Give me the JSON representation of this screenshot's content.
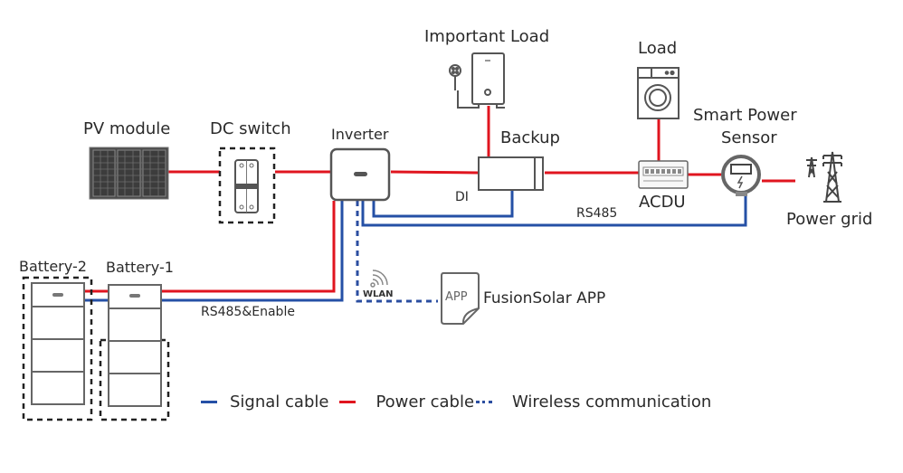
{
  "colors": {
    "power_cable": "#e0151f",
    "signal_cable": "#2550a6",
    "wireless": "#2b4ea0",
    "device_outline": "#555555",
    "text": "#2a2a2a"
  },
  "devices": {
    "pv_module": {
      "label": "PV module",
      "icon": "solar-panel-icon"
    },
    "dc_switch": {
      "label": "DC switch",
      "icon": "breaker-switch-icon"
    },
    "inverter": {
      "label": "Inverter",
      "icon": "inverter-icon"
    },
    "important_load": {
      "label": "Important Load",
      "icon": "water-heater-icon"
    },
    "backup": {
      "label": "Backup",
      "icon": "backup-box-icon"
    },
    "load": {
      "label": "Load",
      "icon": "washing-machine-icon"
    },
    "acdu": {
      "label": "ACDU",
      "icon": "distribution-board-icon"
    },
    "smart_power_sensor": {
      "label_line1": "Smart Power",
      "label_line2": "Sensor",
      "icon": "power-meter-icon"
    },
    "power_grid": {
      "label": "Power grid",
      "icon": "transmission-tower-icon"
    },
    "battery_2": {
      "label": "Battery-2",
      "icon": "battery-stack-icon"
    },
    "battery_1": {
      "label": "Battery-1",
      "icon": "battery-stack-icon"
    },
    "fusionsolar_app": {
      "label": "FusionSolar APP",
      "icon_text": "APP",
      "icon": "app-document-icon"
    }
  },
  "connection_labels": {
    "di": "DI",
    "rs485": "RS485",
    "rs485_enable": "RS485&Enable",
    "wlan": "WLAN"
  },
  "legend": [
    {
      "type": "signal",
      "label": "Signal cable"
    },
    {
      "type": "power",
      "label": "Power cable"
    },
    {
      "type": "wireless",
      "label": "Wireless communication"
    }
  ]
}
